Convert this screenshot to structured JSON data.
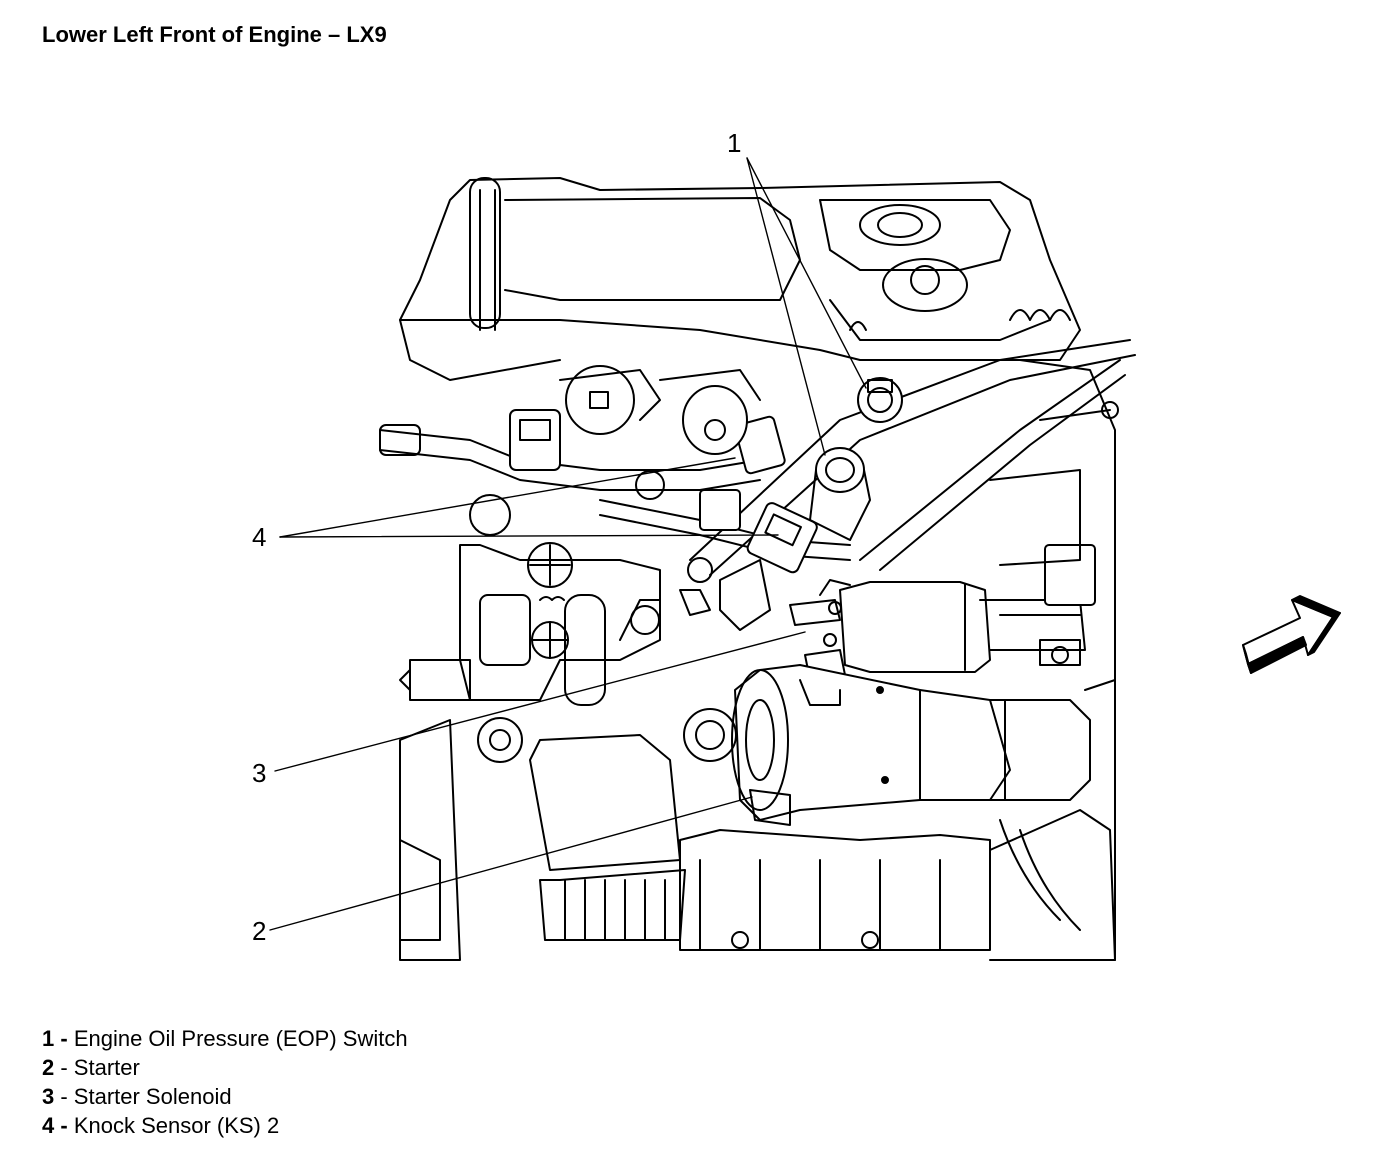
{
  "title": "Lower Left Front of Engine – LX9",
  "callouts": [
    {
      "id": "1",
      "label": "1"
    },
    {
      "id": "2",
      "label": "2"
    },
    {
      "id": "3",
      "label": "3"
    },
    {
      "id": "4",
      "label": "4"
    }
  ],
  "legend": [
    {
      "num": "1 -",
      "text": "Engine Oil Pressure (EOP) Switch"
    },
    {
      "num": "2",
      "text": " - Starter"
    },
    {
      "num": "3",
      "text": " - Starter Solenoid"
    },
    {
      "num": "4 -",
      "text": "Knock Sensor (KS) 2"
    }
  ],
  "icons": {
    "direction_arrow": "forward-arrow-icon"
  },
  "colors": {
    "line": "#000000",
    "background": "#ffffff"
  }
}
